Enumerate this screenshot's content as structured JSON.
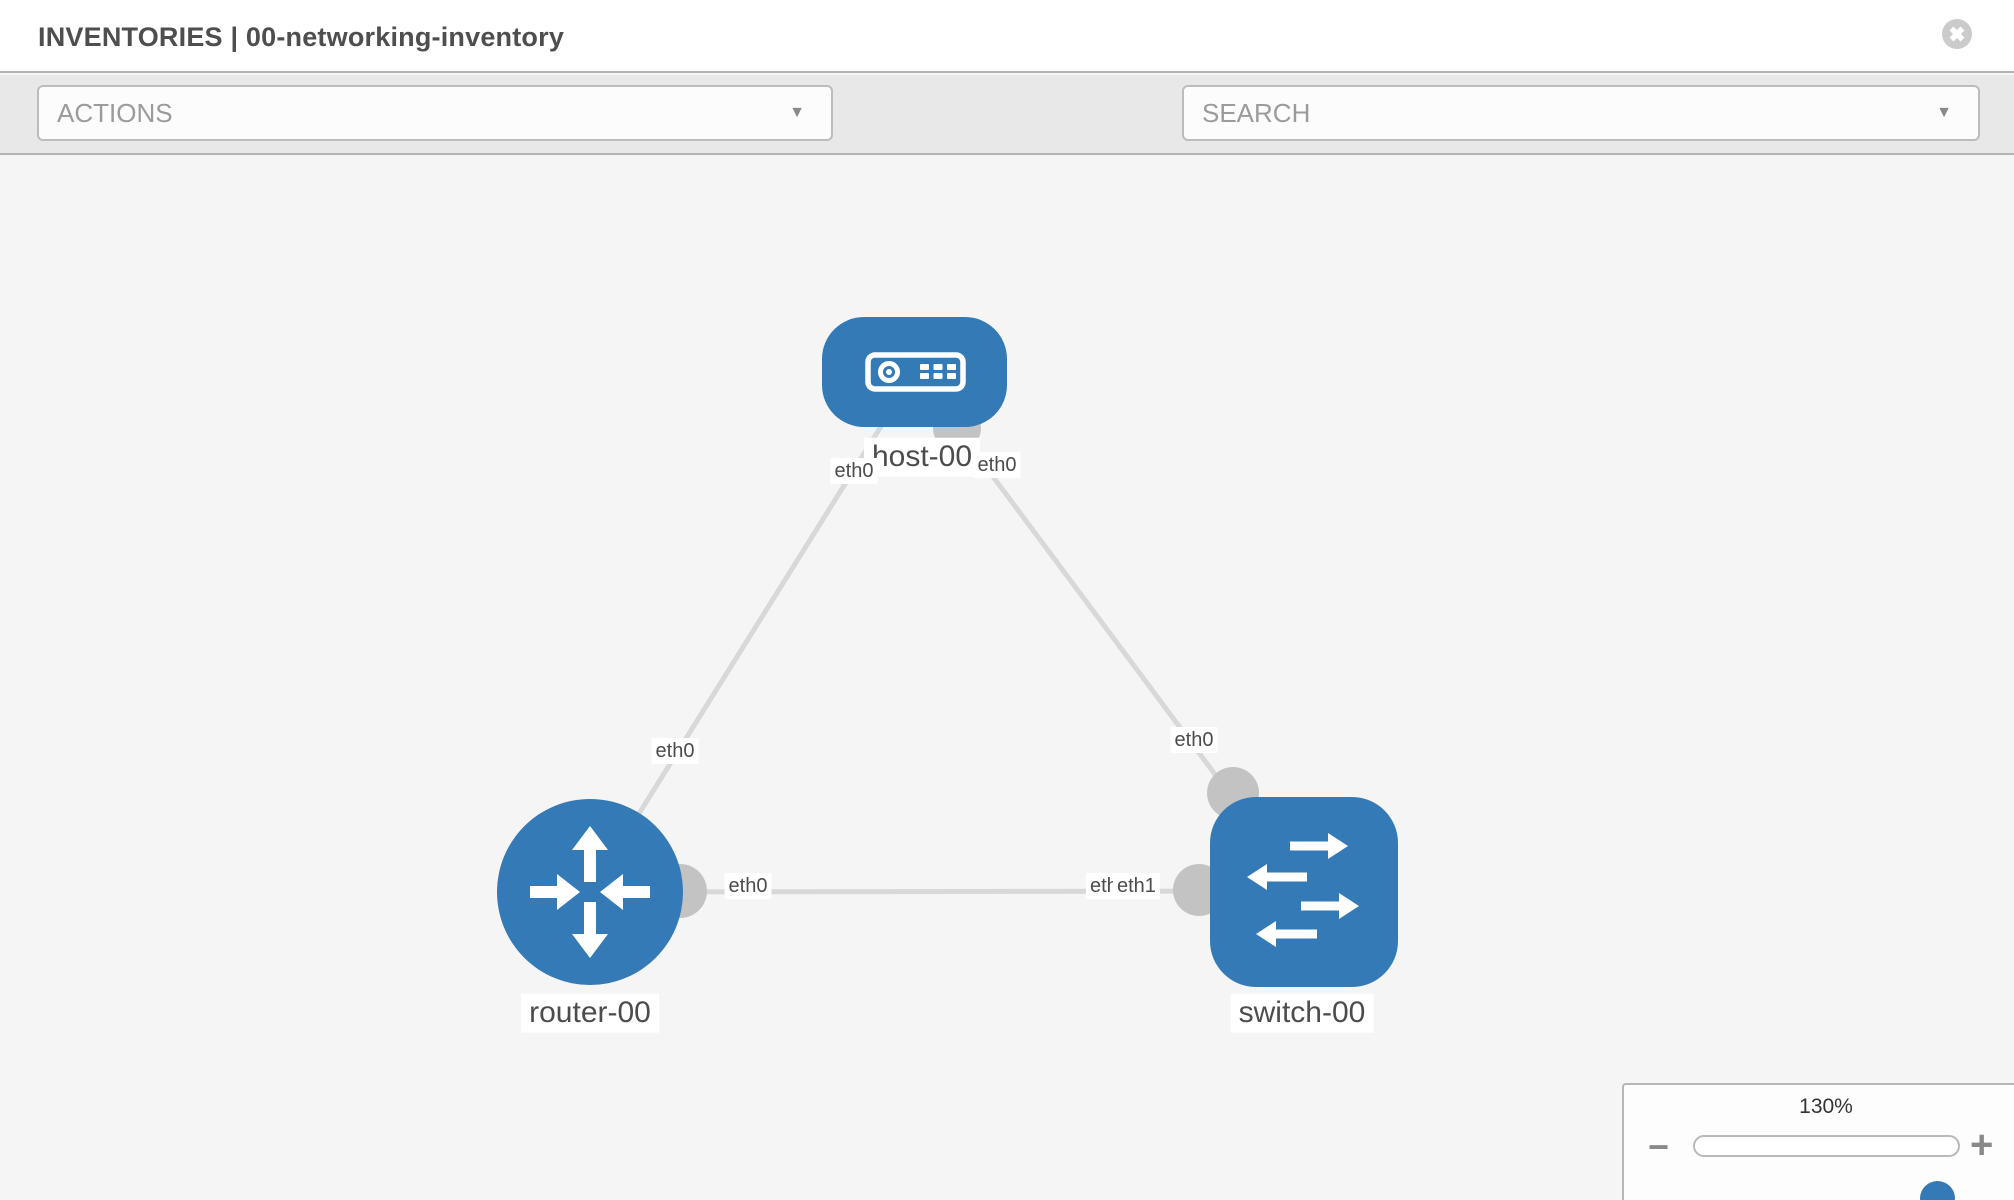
{
  "header": {
    "title": "INVENTORIES | 00-networking-inventory"
  },
  "toolbar": {
    "actions_label": "ACTIONS",
    "search_label": "SEARCH"
  },
  "icons": {
    "caret_down": "▼",
    "close": "circle-x-icon",
    "wrench": "wrench-icon",
    "key": "key-icon"
  },
  "colors": {
    "node_fill": "#337ab7",
    "link_stroke": "#d8d8d8",
    "interface_circle": "#c3c3c3",
    "toolbar_bg": "#e8e8e8",
    "canvas_bg": "#f5f5f5",
    "zoom_thumb": "#337ab7"
  },
  "diagram": {
    "nodes": [
      {
        "id": "host-00",
        "type": "host",
        "label": "host-00"
      },
      {
        "id": "router-00",
        "type": "router",
        "label": "router-00"
      },
      {
        "id": "switch-00",
        "type": "switch",
        "label": "switch-00"
      }
    ],
    "links": [
      {
        "source": "host-00",
        "target": "router-00",
        "source_interface": "eth0",
        "target_interface": "eth0"
      },
      {
        "source": "host-00",
        "target": "switch-00",
        "source_interface": "eth0",
        "target_interface": "eth0"
      },
      {
        "source": "router-00",
        "target": "switch-00",
        "source_interface": "eth0",
        "target_interface": "eth1"
      }
    ],
    "clipped_label": "eth0"
  },
  "zoom_control": {
    "value": "130%",
    "minus_label": "−",
    "plus_label": "+"
  }
}
